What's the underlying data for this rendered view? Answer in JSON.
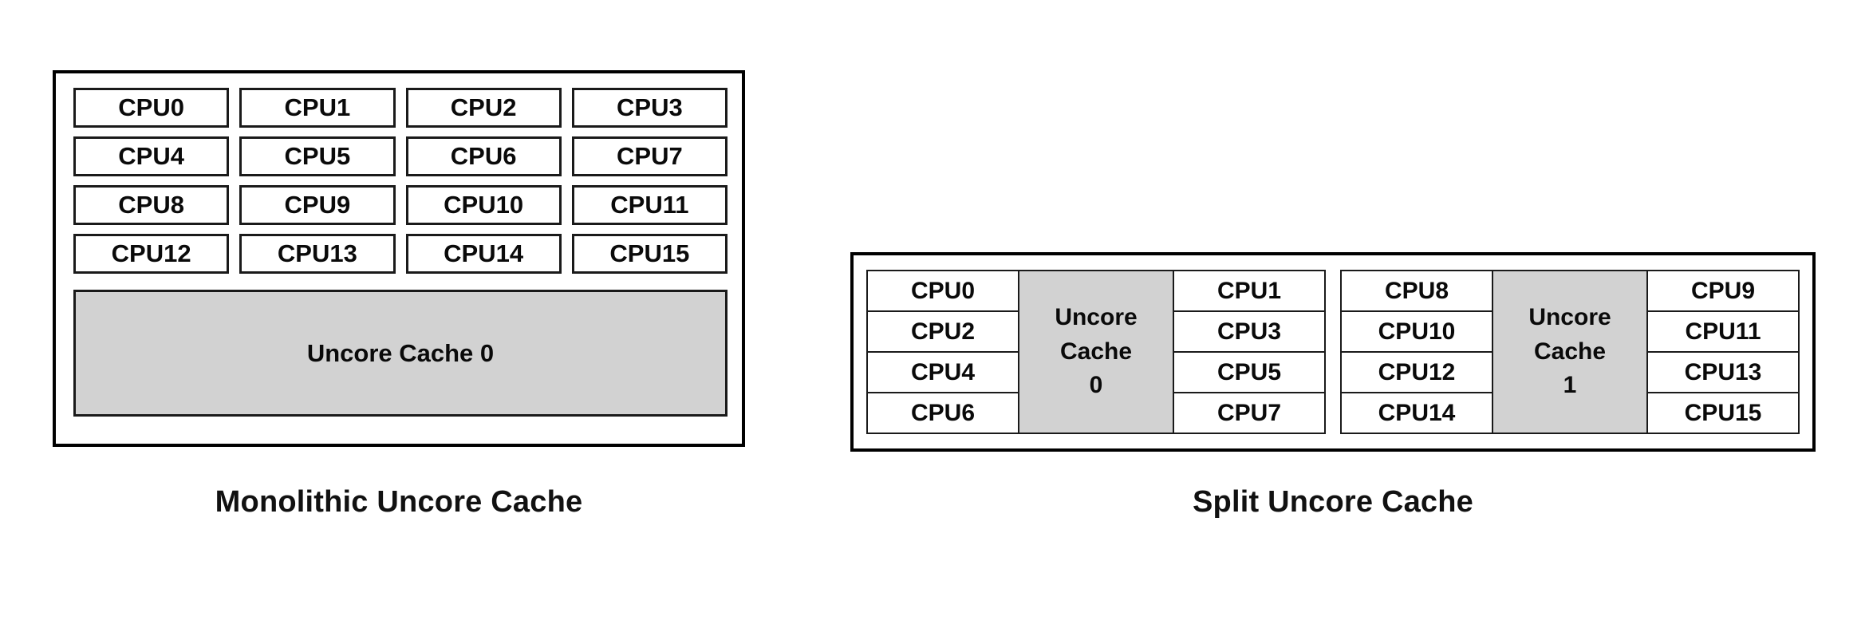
{
  "figures": [
    {
      "id": "monolithic",
      "caption": "Monolithic Uncore Cache",
      "cpus": [
        "CPU0",
        "CPU1",
        "CPU2",
        "CPU3",
        "CPU4",
        "CPU5",
        "CPU6",
        "CPU7",
        "CPU8",
        "CPU9",
        "CPU10",
        "CPU11",
        "CPU12",
        "CPU13",
        "CPU14",
        "CPU15"
      ],
      "cache_label": "Uncore Cache 0"
    },
    {
      "id": "split",
      "caption": "Split Uncore Cache",
      "clusters": [
        {
          "left_cpus": [
            "CPU0",
            "CPU2",
            "CPU4",
            "CPU6"
          ],
          "cache": {
            "line1": "Uncore",
            "line2": "Cache",
            "line3": "0"
          },
          "right_cpus": [
            "CPU1",
            "CPU3",
            "CPU5",
            "CPU7"
          ]
        },
        {
          "left_cpus": [
            "CPU8",
            "CPU10",
            "CPU12",
            "CPU14"
          ],
          "cache": {
            "line1": "Uncore",
            "line2": "Cache",
            "line3": "1"
          },
          "right_cpus": [
            "CPU9",
            "CPU11",
            "CPU13",
            "CPU15"
          ]
        }
      ]
    }
  ],
  "colors": {
    "cache_fill": "#d2d2d2",
    "border": "#1a1a1a",
    "background": "#ffffff",
    "text": "#0a0a0a"
  }
}
